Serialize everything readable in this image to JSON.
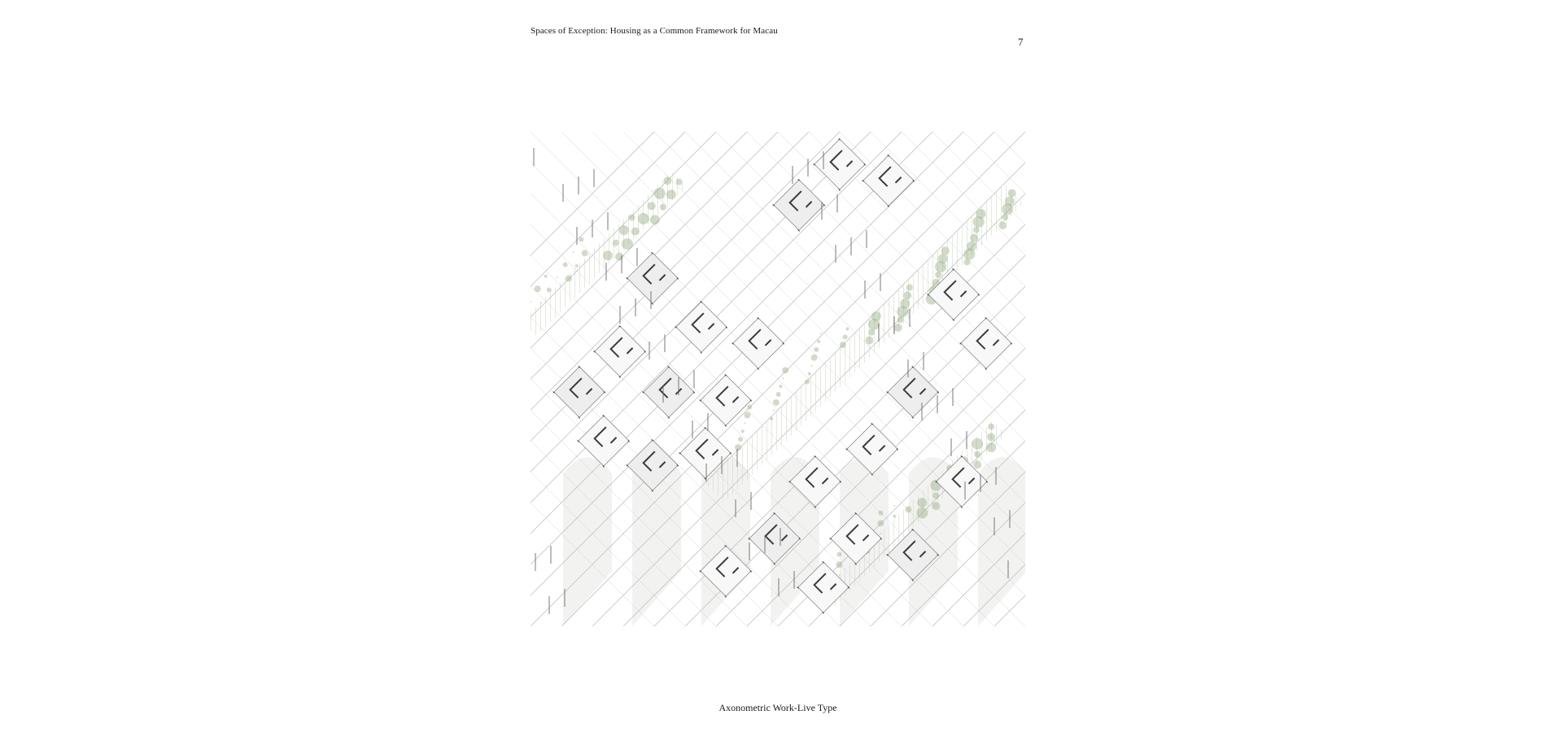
{
  "header": {
    "running_title": "Spaces of Exception:  Housing as a Common Framework for Macau",
    "page_number": "7"
  },
  "figure": {
    "icon": "axonometric-drawing",
    "colors": {
      "line": "#3a3a3a",
      "light_line": "#b9b9b9",
      "vegetation": "#9bb08a",
      "glass": "#e7e9e6"
    }
  },
  "caption": {
    "text": "Axonometric Work-Live Type"
  }
}
